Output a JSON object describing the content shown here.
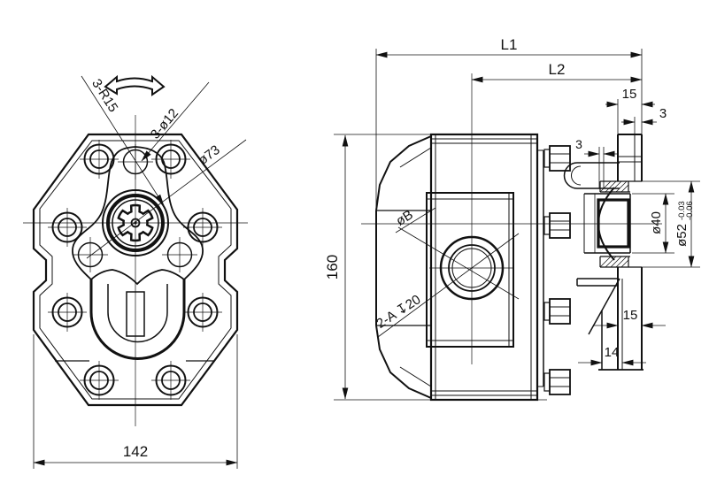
{
  "colors": {
    "background": "#ffffff",
    "line": "#111111"
  },
  "icons": {
    "rotation_direction": "curved-double-arrow"
  },
  "front_view": {
    "callout_fillet": "3-R15",
    "callout_holes": "3-ø12",
    "callout_boss": "ø73",
    "dim_width": "142"
  },
  "side_view": {
    "dim_overall_length": "L1",
    "dim_mount_length": "L2",
    "dim_flange_top": "15",
    "dim_step_top": "3",
    "dim_bolt_gap": "3",
    "dim_height": "160",
    "dim_flange_bottom": "15",
    "dim_foot": "14",
    "dim_shaft_dia": "ø40",
    "dim_pilot_dia": "ø52",
    "tol_upper": "-0.03",
    "tol_lower": "-0.06",
    "callout_port_dia": "øB",
    "callout_port_depth": "2-A ↧20"
  }
}
